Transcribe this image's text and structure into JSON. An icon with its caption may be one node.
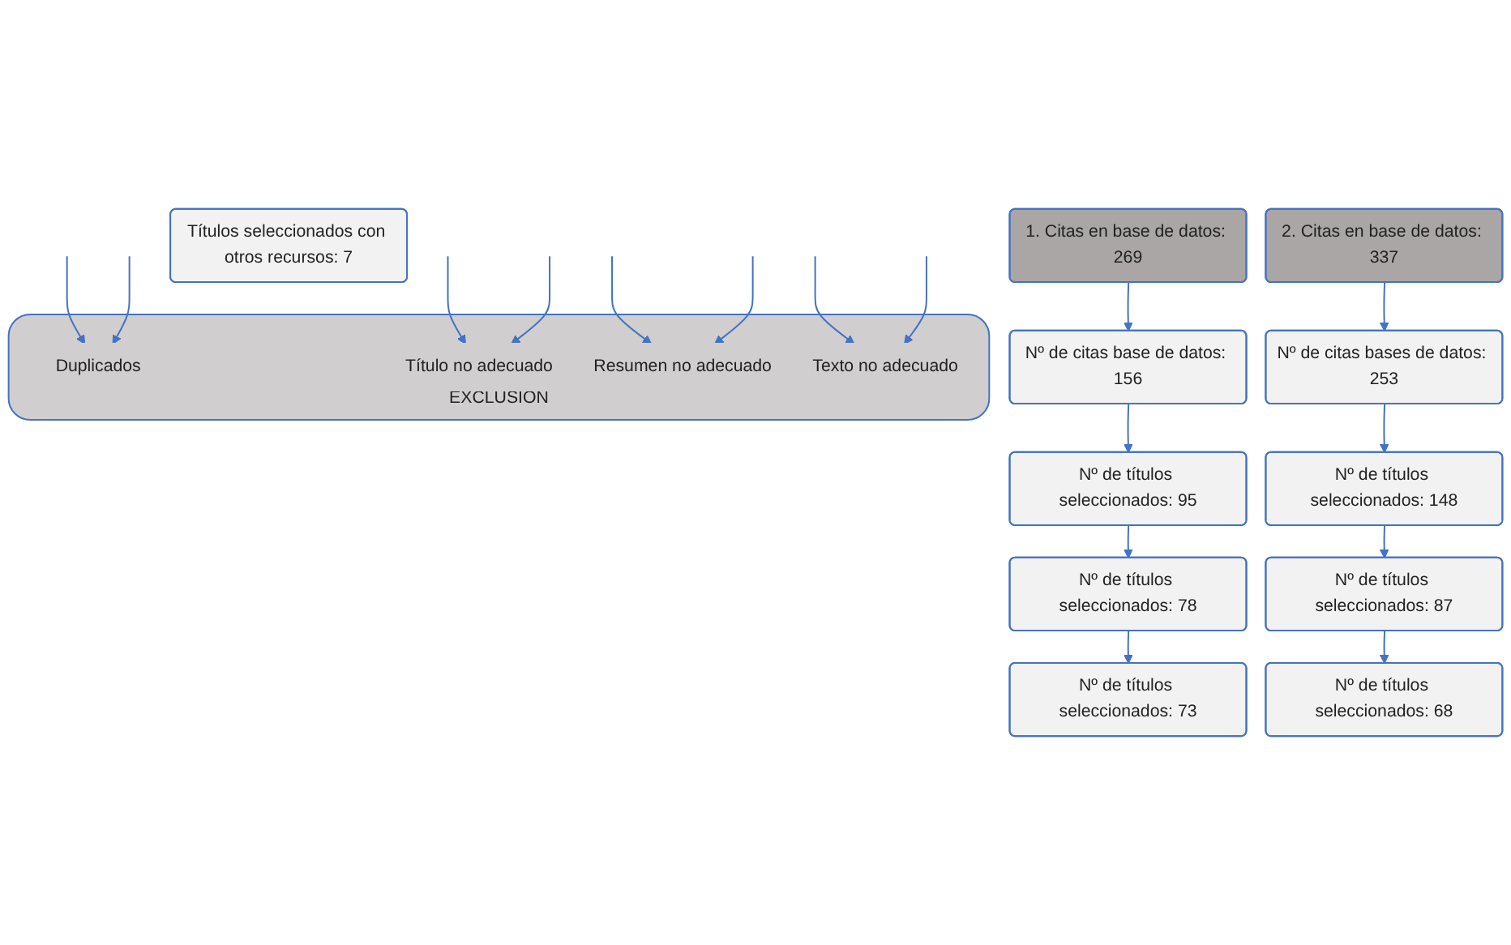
{
  "diagram": {
    "nodes": [
      {
        "text": [
          "1. Citas en base de datos: 269"
        ]
      },
      {
        "text": [
          "Nº de citas base de datos: 156"
        ]
      },
      {
        "text": [
          "Nº de títulos seleccionados: 95"
        ]
      },
      {
        "text": [
          "Nº de títulos seleccionados: 78"
        ]
      },
      {
        "text": [
          "Nº de títulos seleccionados: 73"
        ]
      },
      {
        "text": [
          "EXCLUSIÓN"
        ]
      },
      {
        "text": [
          "Duplicados"
        ],
        "in": 5
      },
      {
        "text": [
          "Título no adecuado"
        ],
        "in": 5
      },
      {
        "text": [
          "Resumen no adecuado"
        ],
        "in": 5
      },
      {
        "text": [
          "Texto no adecuado"
        ],
        "in": 5
      },
      {
        "text": [
          "2. Citas en base de datos: 337"
        ]
      },
      {
        "text": [
          "Nº de citas bases de datos: 253"
        ]
      },
      {
        "text": [
          "Nº de títulos seleccionados: 148"
        ]
      },
      {
        "text": [
          "Nº de títulos seleccionados: 87"
        ]
      },
      {
        "text": [
          "Nº de títulos seleccionados: 68"
        ]
      },
      {
        "text": [
          "Títulos seleccionados con otros recursos: 7"
        ]
      }
    ],
    "edges": [
      {
        "from": 0,
        "to": 1,
        "arrow": "to"
      },
      {
        "from": 1,
        "to": 2,
        "arrow": "to"
      },
      {
        "from": 2,
        "to": 3,
        "arrow": "to"
      },
      {
        "from": 3,
        "to": 4,
        "arrow": "to"
      },
      {
        "from": null,
        "to": 6,
        "arrow": "to"
      },
      {
        "from": null,
        "to": 7,
        "arrow": "to"
      },
      {
        "from": null,
        "to": 8,
        "arrow": "to"
      },
      {
        "from": null,
        "to": 9,
        "arrow": "to"
      },
      {
        "from": 10,
        "to": 11,
        "arrow": "to"
      },
      {
        "from": 11,
        "to": 12,
        "arrow": "to"
      },
      {
        "from": 12,
        "to": 13,
        "arrow": "to"
      },
      {
        "from": 13,
        "to": 14,
        "arrow": "to"
      },
      {
        "from": null,
        "to": 6,
        "arrow": "to"
      },
      {
        "from": null,
        "to": 7,
        "arrow": "to"
      },
      {
        "from": null,
        "to": 8,
        "arrow": "to"
      },
      {
        "from": null,
        "to": 9,
        "arrow": "to"
      }
    ]
  }
}
